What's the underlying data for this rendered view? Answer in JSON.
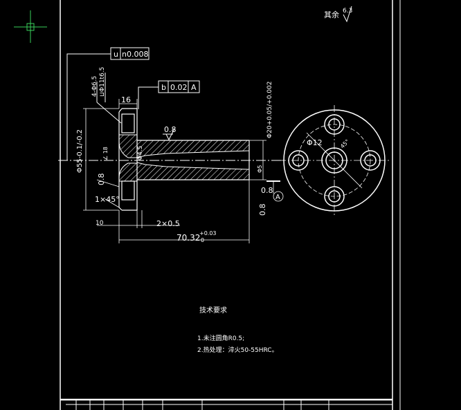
{
  "colors": {
    "background": "#000000",
    "line": "#ffffff",
    "cursor": "#39d05a"
  },
  "icons": {
    "cursor": "crosshair-cursor-icon",
    "section_hatch": "hatch-pattern"
  },
  "drawing": {
    "roughness_other": {
      "label": "其余",
      "value": "6.3"
    },
    "flatness_frame": {
      "symbol": "u",
      "value": "n0.008"
    },
    "runout_frame": {
      "symbol": "b",
      "value": "0.02",
      "datum": "A"
    },
    "hole_callout_1": "4-Φ6.5",
    "hole_callout_2": "⊔Φ11t6.5",
    "flange_diameter": "Φ55-0.1/-0.2",
    "flange_width": "16",
    "roughness_flange": "0.8",
    "roughness_bore": "0.8",
    "roughness_face": "0.8",
    "roughness_right": "0.8",
    "chamfer": "1×45°",
    "small_dim_left": "∠ 18",
    "inner_dim": "Φ5",
    "bore_dim": "Φ4.5",
    "shaft_diameter": "Φ20+0.05/+0.002",
    "end_dim": "Φ5",
    "groove": "2×0.5",
    "length": "70.32",
    "length_tol_upper": "+0.03",
    "length_tol_lower": "0",
    "step_dim": "10",
    "datum": "A",
    "pcd_label": "Φ12",
    "pcd_angle": "45°"
  },
  "notes": {
    "title": "技术要求",
    "items": [
      "1.未注圆角R0.5;",
      "2.热处理：淬火50-55HRC。"
    ]
  }
}
